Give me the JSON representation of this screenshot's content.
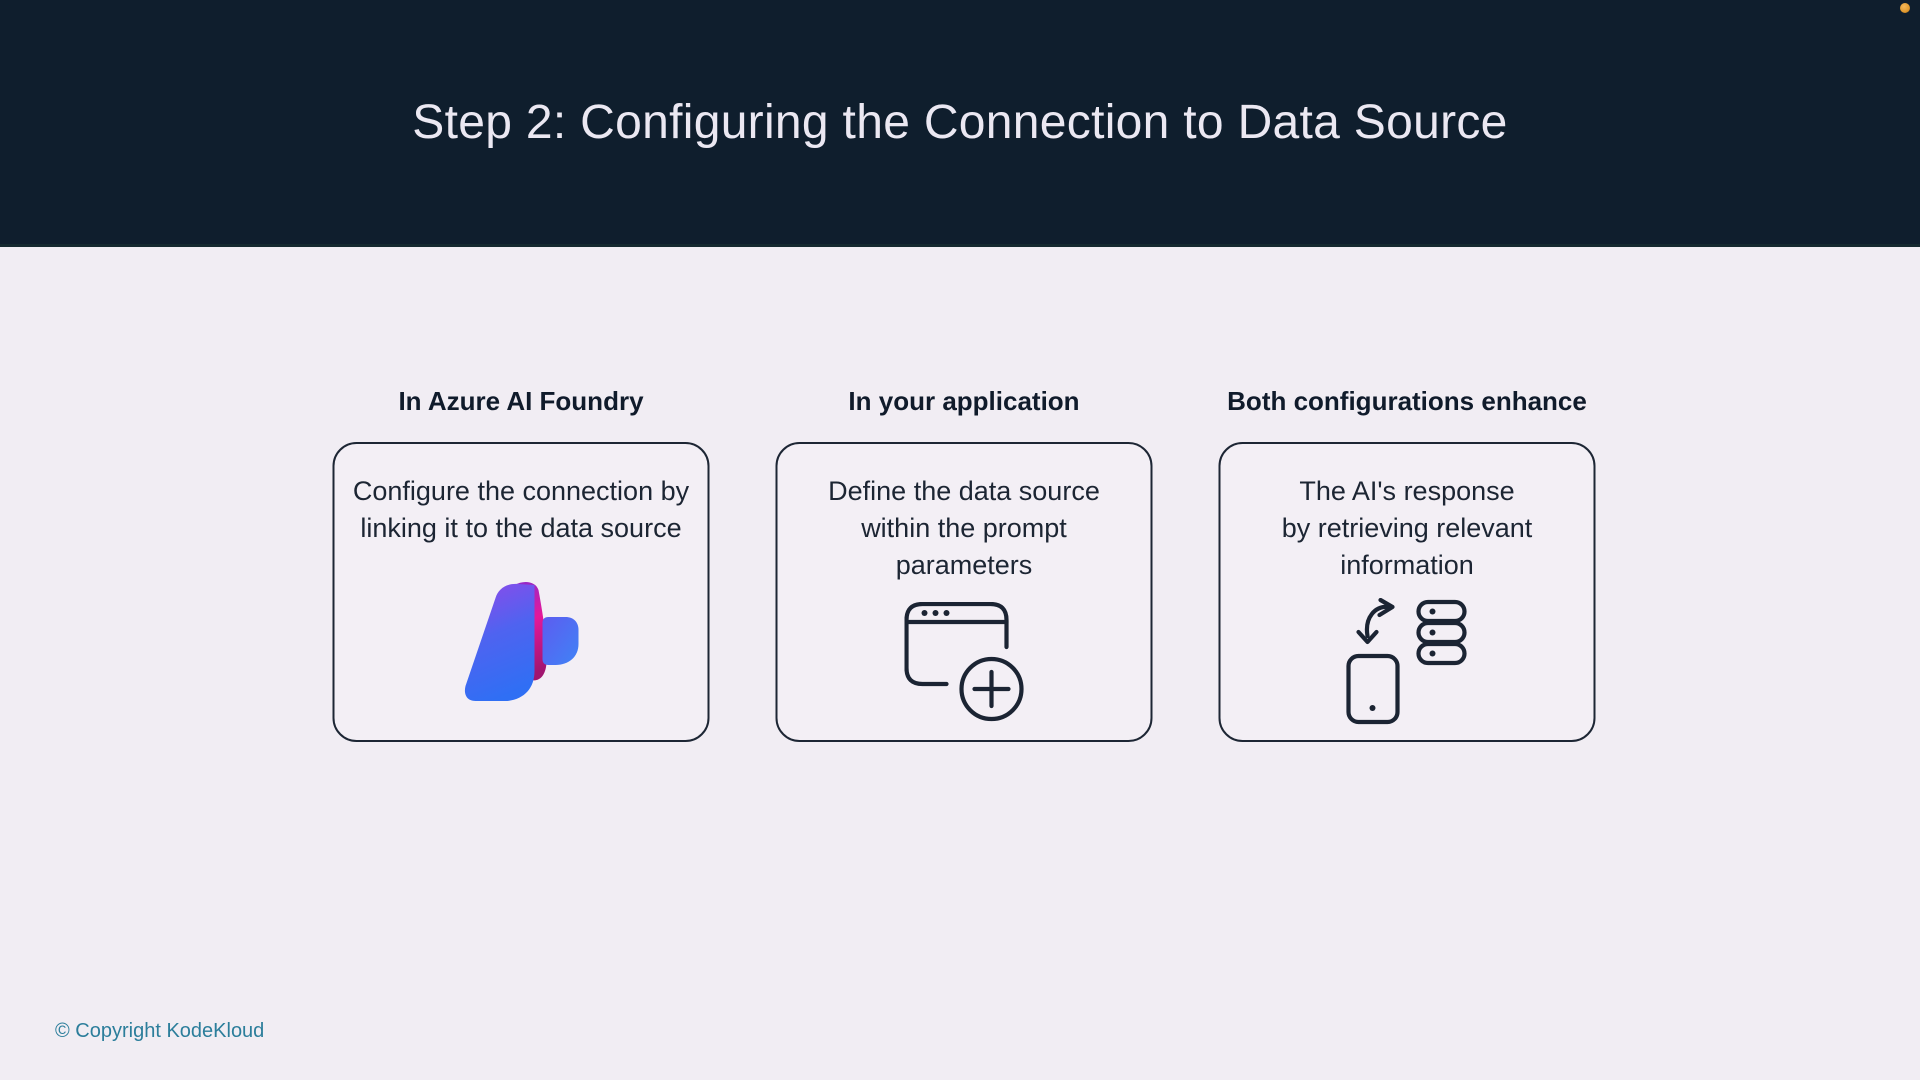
{
  "header": {
    "title": "Step 2: Configuring the Connection to Data Source"
  },
  "decor": {
    "corner_dot": "record-dot",
    "corner_dot_color": "#e8a23c"
  },
  "columns": [
    {
      "heading": "In Azure AI Foundry",
      "lines": [
        "Configure the connection by",
        "linking it to the data source"
      ],
      "icon": "azure-ai-foundry-logo"
    },
    {
      "heading": "In your application",
      "lines": [
        "Define the data source",
        "within the prompt",
        "parameters"
      ],
      "icon": "browser-add-icon"
    },
    {
      "heading": "Both configurations enhance",
      "lines": [
        "The AI's response",
        "by retrieving relevant",
        "information"
      ],
      "icon": "device-database-sync-icon"
    }
  ],
  "footer": {
    "copyright": "© Copyright KodeKloud"
  },
  "colors": {
    "header_bg": "#0f1e2d",
    "page_bg": "#f1edf3",
    "card_bg": "#f3eff5",
    "card_border": "#1d2634",
    "title_text": "#ebe8f2",
    "heading_text": "#101b2b",
    "card_text": "#1c2533",
    "copyright_text": "#2c7e9b",
    "icon_stroke": "#1b2433",
    "record_dot": "#e8a23c",
    "logo_violet": "#8a4bea",
    "logo_blue": "#2f6ff4",
    "logo_magenta": "#e5189a",
    "logo_magenta_dark": "#a1156f",
    "logo_tab_blue": "#4b7bf5"
  }
}
